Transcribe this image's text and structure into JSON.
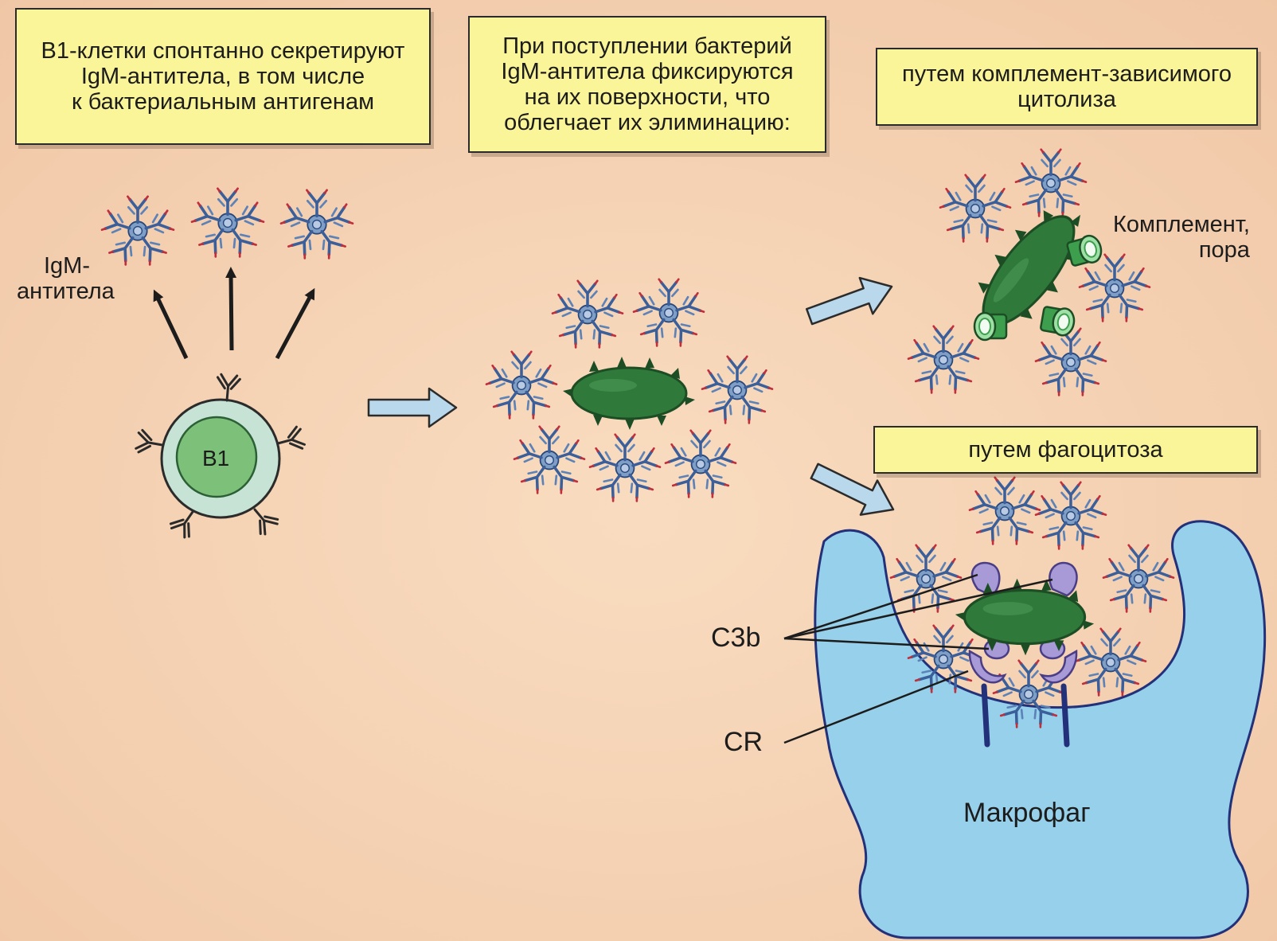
{
  "colors": {
    "background": "#f6d3b0",
    "caption_box": "#fbf59a",
    "bacterium": "#2f7a3a",
    "b1_cell_outer": "#c6e3d6",
    "b1_cell_nucleus": "#7cc07a",
    "arrow_fill": "#b9d8ec",
    "macrophage": "#96d0ea",
    "igm": "#3b5f9a",
    "igm_accent": "#c0303c",
    "c3b": "#a79ad6",
    "cr_stem": "#23307a",
    "pore": "#77cb84"
  },
  "captions": {
    "b1_secretion": [
      "В1-клетки спонтанно секретируют",
      "IgM-антитела, в том числе",
      "к бактериальным антигенам"
    ],
    "bacteria_entry": [
      "При поступлении бактерий",
      "IgM-антитела фиксируются",
      "на их поверхности, что",
      "облегчает их элиминацию:"
    ],
    "complement_path": [
      "путем комплемент-зависимого",
      "цитолиза"
    ],
    "phagocytosis_path": "путем фагоцитоза"
  },
  "labels": {
    "igm": [
      "IgM-",
      "антитела"
    ],
    "b1": "В1",
    "complement_pore": [
      "Комплемент,",
      "пора"
    ],
    "c3b": "C3b",
    "cr": "CR",
    "macrophage": "Макрофаг"
  },
  "icons": {
    "igm_pentamer": "igm-pentamer-icon",
    "surface_antibody": "y-antibody-icon",
    "bacterium": "bacterium-icon",
    "pore": "complement-pore-icon",
    "c3b": "c3b-icon",
    "cr": "complement-receptor-icon"
  }
}
